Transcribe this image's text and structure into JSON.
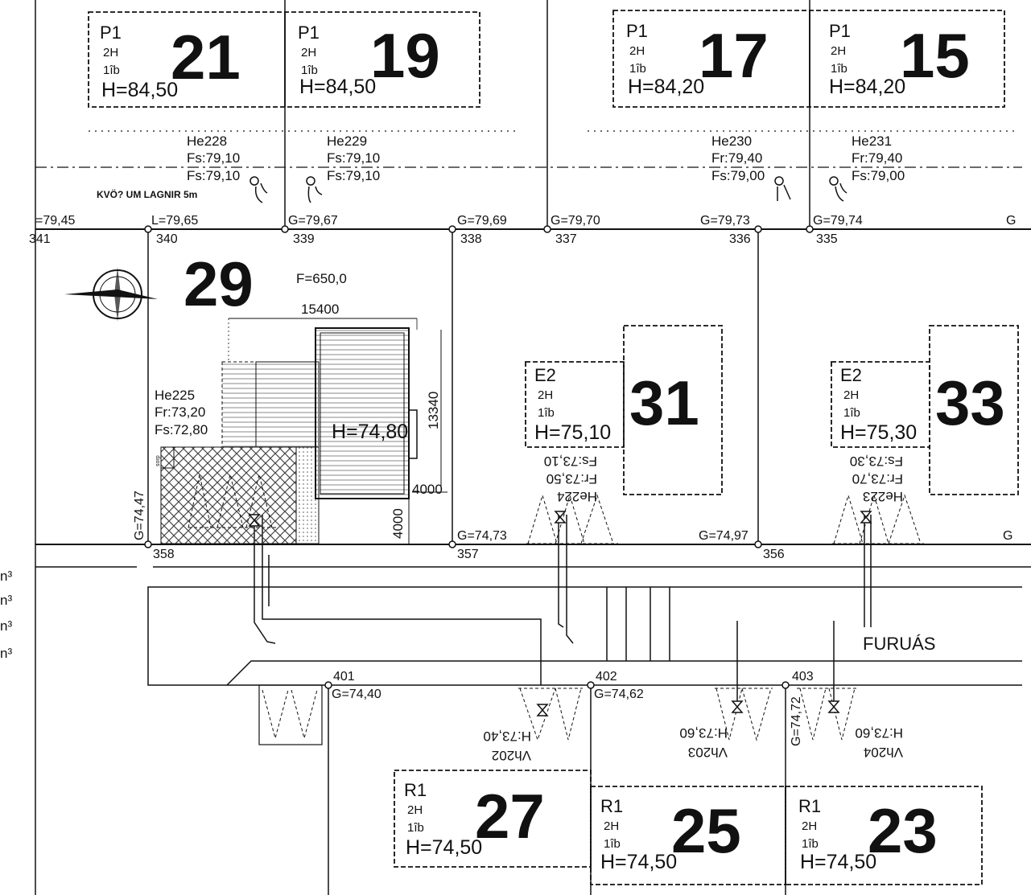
{
  "colors": {
    "ink": "#111111",
    "paper": "#ffffff"
  },
  "icons": {
    "north_arrow": "compass-north-arrow-icon",
    "valve": "valve-icon",
    "manhole": "manhole-icon"
  },
  "north_lots": [
    {
      "number": "21",
      "type": "P1",
      "floors": "2H",
      "units": "1îb",
      "height": "H=84,50"
    },
    {
      "number": "19",
      "type": "P1",
      "floors": "2H",
      "units": "1îb",
      "height": "H=84,50"
    },
    {
      "number": "17",
      "type": "P1",
      "floors": "2H",
      "units": "1îb",
      "height": "H=84,20"
    },
    {
      "number": "15",
      "type": "P1",
      "floors": "2H",
      "units": "1îb",
      "height": "H=84,20"
    }
  ],
  "north_services": [
    {
      "name": "He228",
      "l1": "Fs:79,10",
      "l2": "Fs:79,10"
    },
    {
      "name": "He229",
      "l1": "Fs:79,10",
      "l2": "Fs:79,10"
    },
    {
      "name": "He230",
      "l1": "Fr:79,40",
      "l2": "Fs:79,00"
    },
    {
      "name": "He231",
      "l1": "Fr:79,40",
      "l2": "Fs:79,00"
    }
  ],
  "note": "KVÖ? UM LAGNIR 5m",
  "north_grades": [
    "=79,45",
    "L=79,65",
    "G=79,67",
    "G=79,69",
    "G=79,70",
    "G=79,73",
    "G=79,74",
    "G"
  ],
  "north_points": [
    "341",
    "340",
    "339",
    "338",
    "337",
    "336",
    "335"
  ],
  "lot29": {
    "number": "29",
    "area": "F=650,0",
    "dim_width": "15400",
    "dim_depth": "13340",
    "dim_a": "4000",
    "dim_b": "4000",
    "height": "H=74,80",
    "service_name": "He225",
    "service_l1": "Fr:73,20",
    "service_l2": "Fs:72,80",
    "bin_label": "sorp",
    "grade_side": "G=74,47"
  },
  "mid_lots": [
    {
      "number": "31",
      "type": "E2",
      "floors": "2H",
      "units": "1îb",
      "height": "H=75,10",
      "srv_name": "He224",
      "srv_l1": "Fr:73,50",
      "srv_l2": "Fs:73,10"
    },
    {
      "number": "33",
      "type": "E2",
      "floors": "2H",
      "units": "1îb",
      "height": "H=75,30",
      "srv_name": "He223",
      "srv_l1": "Fr:73,70",
      "srv_l2": "Fs:73,30"
    }
  ],
  "mid_grades": [
    "G=74,73",
    "G=74,97",
    "G"
  ],
  "mid_points": [
    "358",
    "357",
    "356"
  ],
  "left_units": [
    "n³",
    "n³",
    "n³",
    "n³"
  ],
  "street_label": "FURUÁS",
  "south_points": [
    "401",
    "402",
    "403"
  ],
  "south_grades": [
    "G=74,40",
    "G=74,62",
    "G=74,72"
  ],
  "south_services": [
    {
      "name": "Vh202",
      "h": "H:73,40"
    },
    {
      "name": "Vh203",
      "h": "H:73,60"
    },
    {
      "name": "Vh204",
      "h": "H:73,60"
    }
  ],
  "south_lots": [
    {
      "number": "27",
      "type": "R1",
      "floors": "2H",
      "units": "1îb",
      "height": "H=74,50"
    },
    {
      "number": "25",
      "type": "R1",
      "floors": "2H",
      "units": "1îb",
      "height": "H=74,50"
    },
    {
      "number": "23",
      "type": "R1",
      "floors": "2H",
      "units": "1îb",
      "height": "H=74,50"
    }
  ]
}
